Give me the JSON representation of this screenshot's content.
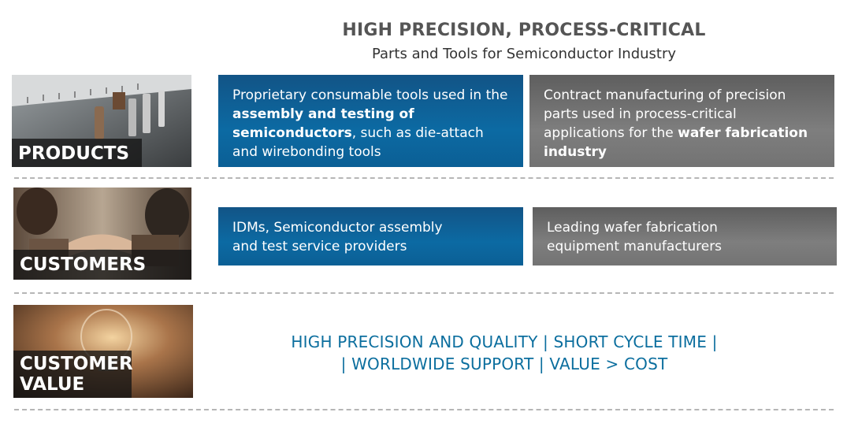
{
  "header": {
    "title": "HIGH PRECISION, PROCESS-CRITICAL",
    "subtitle": "Parts and Tools for Semiconductor Industry"
  },
  "rows": {
    "products": {
      "label": "PRODUCTS",
      "image_icon": "precision-parts-photo",
      "left_box": {
        "t1": "Proprietary consumable  tools  used in the ",
        "b1": "assembly and testing of semiconductors",
        "t2": ", such as die-attach and wirebonding tools"
      },
      "right_box": {
        "t1": "Contract manufacturing of precision parts used in process-critical applications for the ",
        "b1": "wafer fabrication industry"
      }
    },
    "customers": {
      "label": "CUSTOMERS",
      "image_icon": "handshake-photo",
      "left_box": {
        "line1": "IDMs, Semiconductor assembly",
        "line2": "and test service providers"
      },
      "right_box": {
        "line1": "Leading wafer fabrication",
        "line2": "equipment manufacturers"
      }
    },
    "customer_value": {
      "label_line1": "CUSTOMER",
      "label_line2": "VALUE",
      "image_icon": "light-bulb-photo",
      "line1": "HIGH PRECISION AND QUALITY |  SHORT CYCLE TIME |",
      "line2": "| WORLDWIDE SUPPORT | VALUE > COST"
    }
  },
  "colors": {
    "blue_box": "#0c6aa3",
    "grey_box": "#7a7a7a",
    "value_text": "#0b6e9e"
  }
}
